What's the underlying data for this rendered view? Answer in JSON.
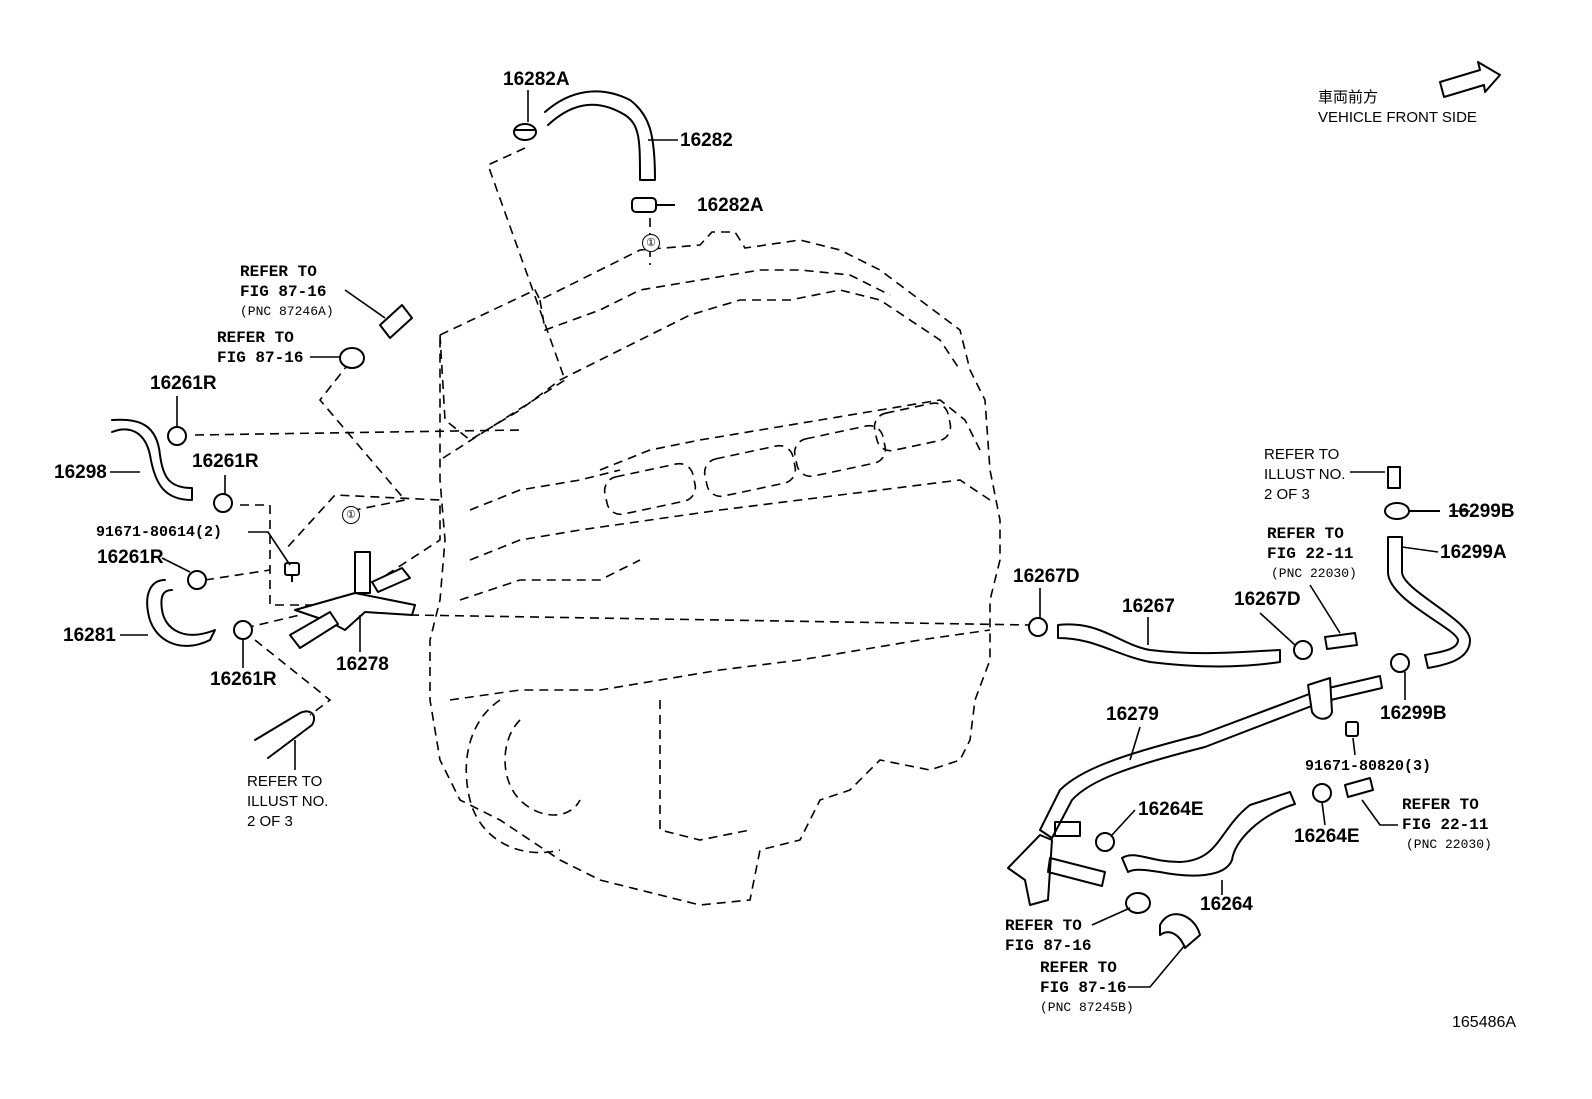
{
  "header": {
    "vehicle_front_jp": "車両前方",
    "vehicle_front_en": "VEHICLE FRONT SIDE"
  },
  "illustration_id": "165486A",
  "circle_marker": "①",
  "labels": {
    "p16282A_top": "16282A",
    "p16282": "16282",
    "p16282A_mid": "16282A",
    "p16261R_1": "16261R",
    "p16261R_2": "16261R",
    "p16261R_3": "16261R",
    "p16261R_4": "16261R",
    "p16298": "16298",
    "p91671_80614": "91671-80614(2)",
    "p16281": "16281",
    "p16278": "16278",
    "p16267D_1": "16267D",
    "p16267": "16267",
    "p16267D_2": "16267D",
    "p16299B_top": "16299B",
    "p16299A": "16299A",
    "p16299B_bot": "16299B",
    "p16279": "16279",
    "p91671_80820": "91671-80820(3)",
    "p16264E_1": "16264E",
    "p16264E_2": "16264E",
    "p16264": "16264"
  },
  "refs": {
    "ref_87246A": {
      "l1": "REFER TO",
      "l2": "FIG 87-16",
      "l3": "(PNC 87246A)"
    },
    "ref_87_16_a": {
      "l1": "REFER TO",
      "l2": "FIG 87-16"
    },
    "ref_illust_left": {
      "l1": "REFER TO",
      "l2": "ILLUST NO.",
      "l3": "2 OF 3"
    },
    "ref_illust_right": {
      "l1": "REFER TO",
      "l2": "ILLUST NO.",
      "l3": "2 OF 3"
    },
    "ref_22030_top": {
      "l1": "REFER TO",
      "l2": "FIG 22-11",
      "l3": "(PNC 22030)"
    },
    "ref_22030_bot": {
      "l1": "REFER TO",
      "l2": "FIG 22-11",
      "l3": "(PNC 22030)"
    },
    "ref_87_16_b": {
      "l1": "REFER TO",
      "l2": "FIG 87-16"
    },
    "ref_87245B": {
      "l1": "REFER TO",
      "l2": "FIG 87-16",
      "l3": "(PNC 87245B)"
    }
  }
}
